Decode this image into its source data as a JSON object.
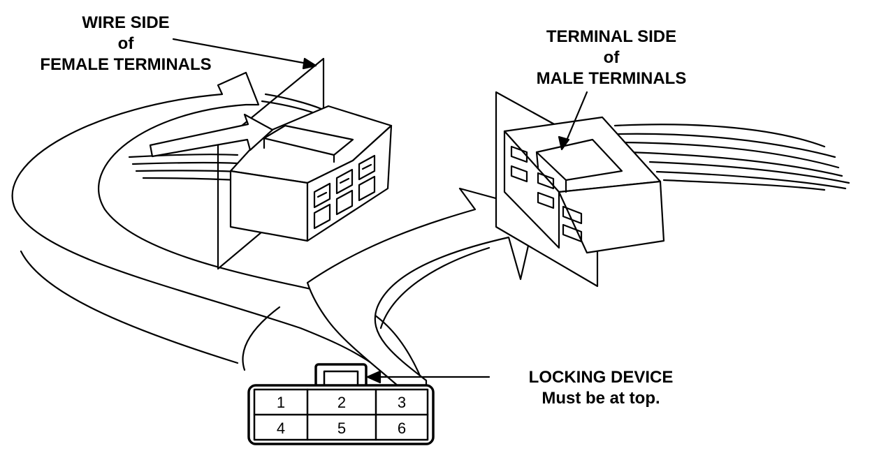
{
  "labels": {
    "wire_side": [
      "WIRE SIDE",
      "of",
      "FEMALE TERMINALS"
    ],
    "terminal_side": [
      "TERMINAL SIDE",
      "of",
      "MALE TERMINALS"
    ],
    "locking_device": [
      "LOCKING DEVICE",
      "Must be at top."
    ]
  },
  "pinout": {
    "cells": [
      "1",
      "2",
      "3",
      "4",
      "5",
      "6"
    ]
  }
}
